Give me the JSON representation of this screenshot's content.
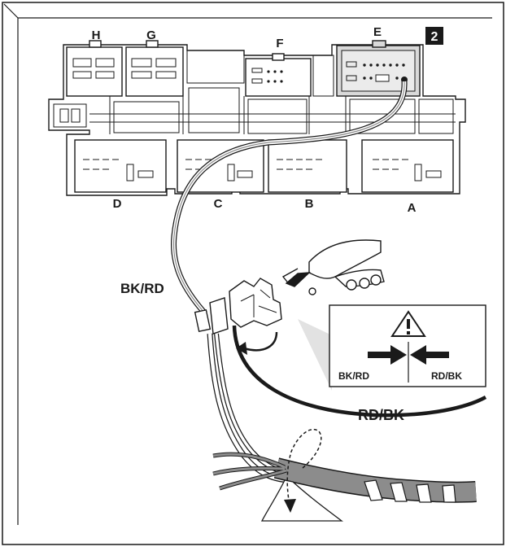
{
  "connector_labels": {
    "H": "H",
    "G": "G",
    "F": "F",
    "E": "E",
    "D": "D",
    "C": "C",
    "B": "B",
    "A": "A"
  },
  "callout_number": "2",
  "wire_labels": {
    "bk_rd_main": "BK/RD",
    "rd_bk_main": "RD/BK",
    "inset_left": "BK/RD",
    "inset_right": "RD/BK"
  },
  "colors": {
    "line": "#1a1a1a",
    "connector_fill": "#ffffff",
    "connector_highlight": "#d9d9d9",
    "gray_wire": "#8c8c8c",
    "tape": "#ffffff"
  }
}
